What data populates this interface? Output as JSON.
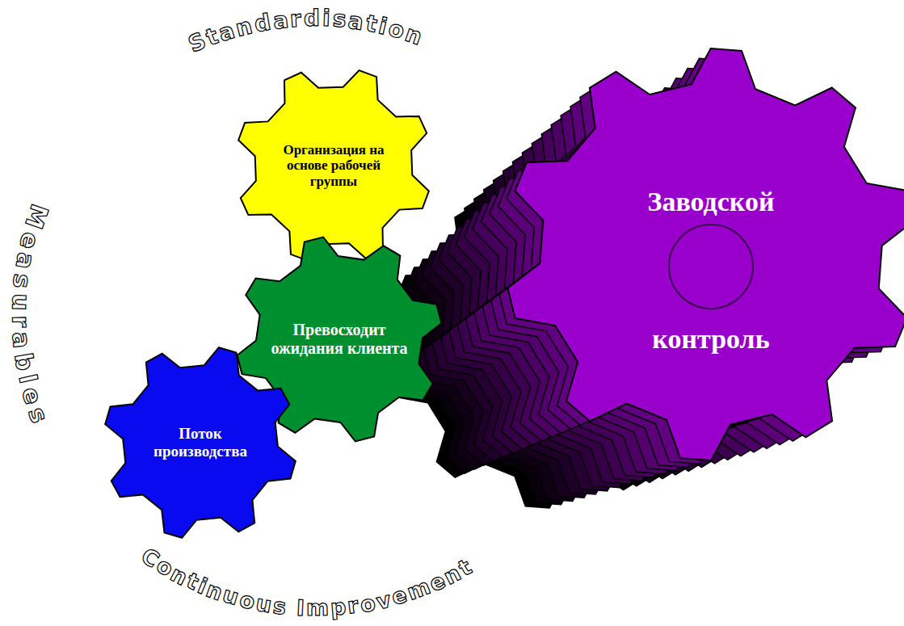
{
  "diagram": {
    "nodes": [
      {
        "text": [
          "Standardisation",
          "Measurables",
          "Continuous Improvement"
        ]
      },
      {
        "text": [
          "Организация на основе рабочей группы"
        ],
        "in": 0
      },
      {
        "text": [
          "Превосходит ожидания клиента"
        ],
        "in": 0
      },
      {
        "text": [
          "Поток производства"
        ],
        "in": 0
      },
      {
        "text": [
          "Заводской контроль"
        ]
      }
    ]
  }
}
